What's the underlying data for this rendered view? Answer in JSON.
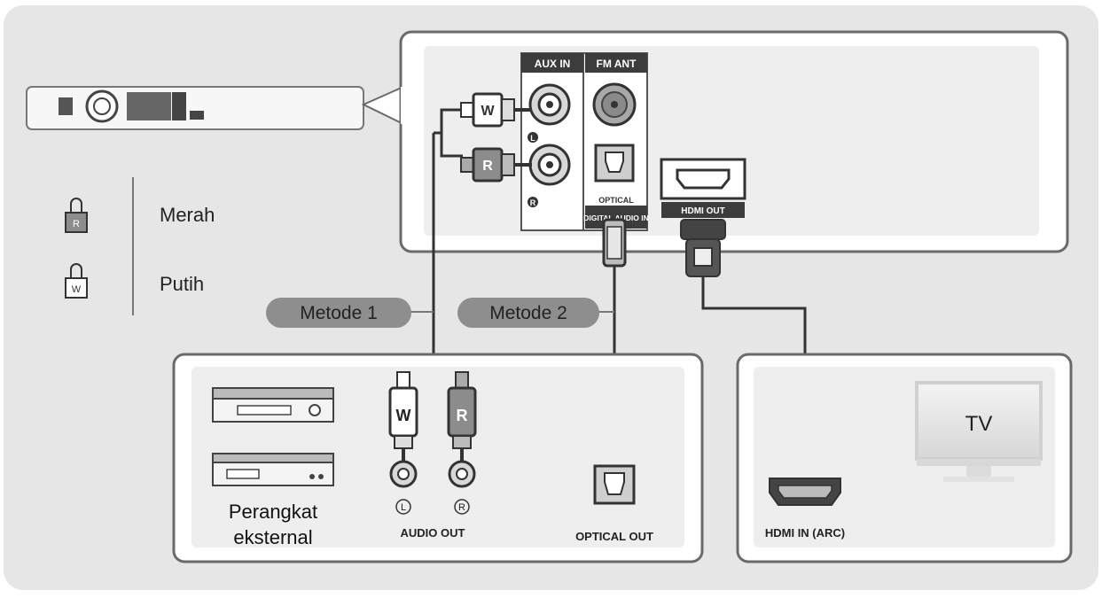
{
  "ports": {
    "aux_in": "AUX IN",
    "fm_ant": "FM ANT",
    "optical_top": "OPTICAL",
    "optical_bottom": "DIGITAL AUDIO IN",
    "hdmi_out": "HDMI OUT",
    "left_mark": "L",
    "right_mark": "R"
  },
  "plugs": {
    "white": "W",
    "red": "R"
  },
  "legend": {
    "red_label": "Merah",
    "white_label": "Putih",
    "red_letter": "R",
    "white_letter": "W"
  },
  "methods": {
    "method1": "Metode 1",
    "method2": "Metode 2"
  },
  "external": {
    "device_line1": "Perangkat",
    "device_line2": "eksternal",
    "audio_out": "AUDIO OUT",
    "optical_out": "OPTICAL OUT",
    "left_circle": "L",
    "right_circle": "R"
  },
  "tv": {
    "label": "TV",
    "hdmi_in": "HDMI IN (ARC)"
  }
}
